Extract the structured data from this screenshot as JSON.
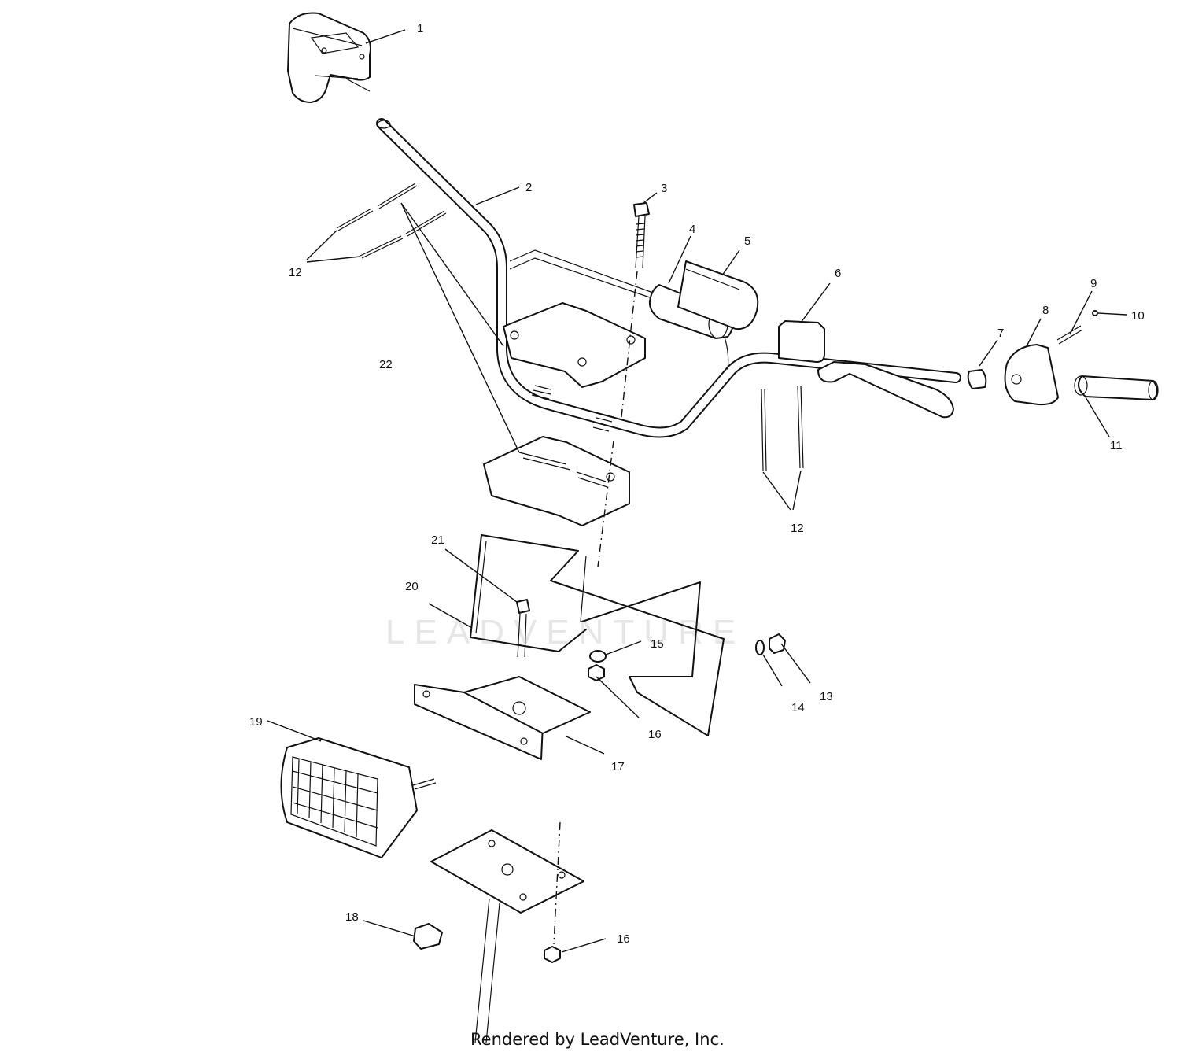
{
  "callouts": [
    {
      "id": "c1",
      "text": "1"
    },
    {
      "id": "c2",
      "text": "2"
    },
    {
      "id": "c3",
      "text": "3"
    },
    {
      "id": "c4",
      "text": "4"
    },
    {
      "id": "c5",
      "text": "5"
    },
    {
      "id": "c6",
      "text": "6"
    },
    {
      "id": "c7",
      "text": "7"
    },
    {
      "id": "c8",
      "text": "8"
    },
    {
      "id": "c9",
      "text": "9"
    },
    {
      "id": "c10",
      "text": "10"
    },
    {
      "id": "c11",
      "text": "11"
    },
    {
      "id": "c12a",
      "text": "12"
    },
    {
      "id": "c12b",
      "text": "12"
    },
    {
      "id": "c13",
      "text": "13"
    },
    {
      "id": "c14",
      "text": "14"
    },
    {
      "id": "c15",
      "text": "15"
    },
    {
      "id": "c16a",
      "text": "16"
    },
    {
      "id": "c16b",
      "text": "16"
    },
    {
      "id": "c17",
      "text": "17"
    },
    {
      "id": "c18",
      "text": "18"
    },
    {
      "id": "c19",
      "text": "19"
    },
    {
      "id": "c20",
      "text": "20"
    },
    {
      "id": "c21",
      "text": "21"
    },
    {
      "id": "c22",
      "text": "22"
    }
  ],
  "watermark": "LEADVENTURE",
  "footer": "Rendered by LeadVenture, Inc."
}
